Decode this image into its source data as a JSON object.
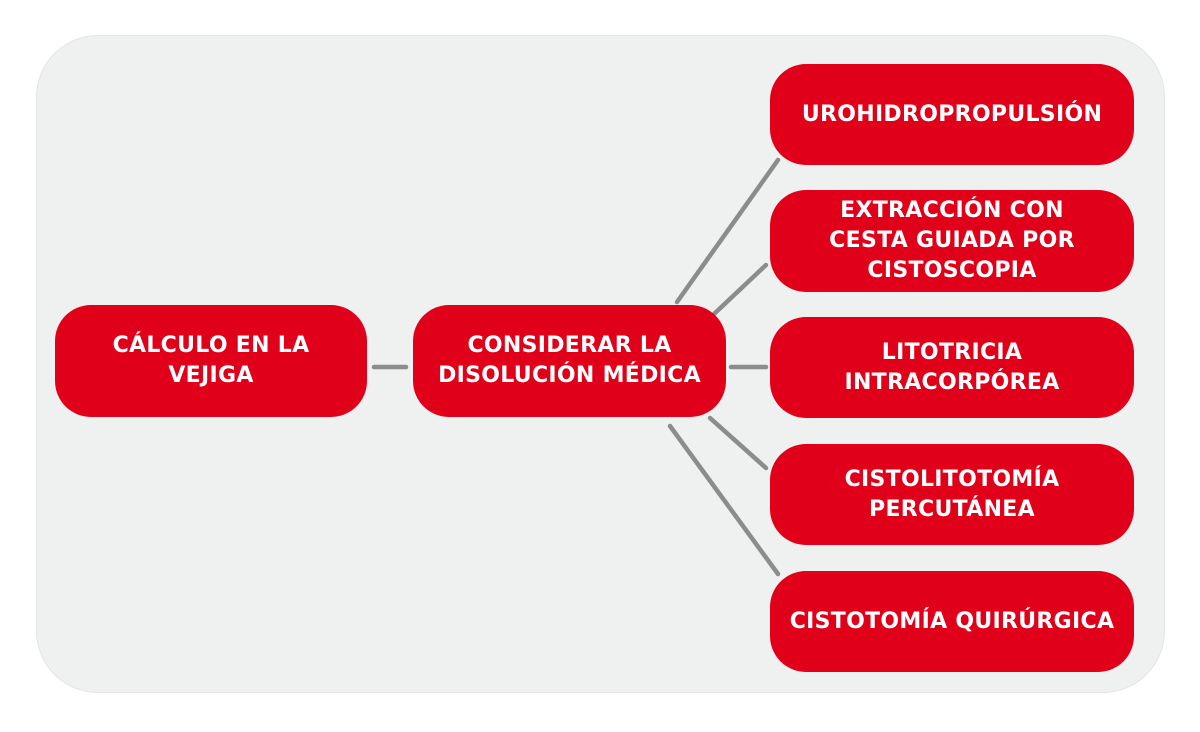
{
  "colors": {
    "node_fill": "#e1001a",
    "node_text": "#ffffff",
    "connector": "#8a8c8e",
    "panel": "#eff0f0"
  },
  "diagram": {
    "root": {
      "label": "CÁLCULO EN LA VEJIGA"
    },
    "middle": {
      "label": "CONSIDERAR LA\nDISOLUCIÓN MÉDICA"
    },
    "options": [
      {
        "label": "UROHIDROPROPULSIÓN"
      },
      {
        "label": "EXTRACCIÓN CON\nCESTA GUIADA POR\nCISTOSCOPIA"
      },
      {
        "label": "LITOTRICIA\nINTRACORPÓREA"
      },
      {
        "label": "CISTOLITOTOMÍA\nPERCUTÁNEA"
      },
      {
        "label": "CISTOTOMÍA QUIRÚRGICA"
      }
    ],
    "edges": [
      [
        "root",
        "middle"
      ],
      [
        "middle",
        "options.0"
      ],
      [
        "middle",
        "options.1"
      ],
      [
        "middle",
        "options.2"
      ],
      [
        "middle",
        "options.3"
      ],
      [
        "middle",
        "options.4"
      ]
    ]
  }
}
